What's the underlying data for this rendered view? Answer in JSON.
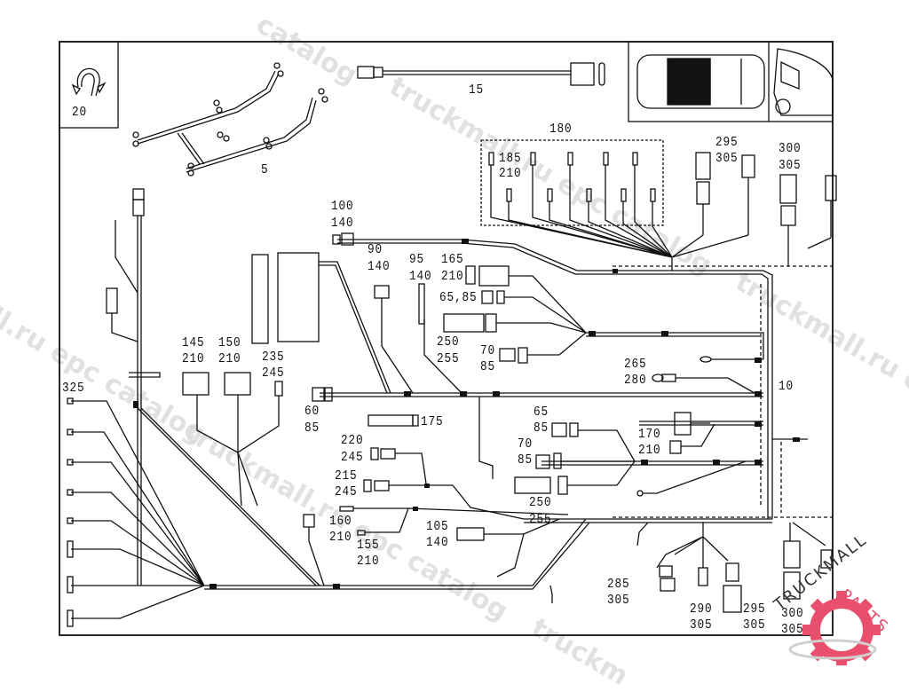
{
  "diagram": {
    "title": "Electrical wiring harness – exploded parts diagram",
    "watermark_text": "truckmall.ru epc catalog",
    "brand_logo": {
      "text_dark": "TRUCKMALL",
      "text_accent": "PARTS",
      "accent_color": "#e8506e",
      "icon": "gear-icon"
    },
    "line_color": "#111111",
    "callouts": {
      "c20": "20",
      "c5": "5",
      "c15": "15",
      "c180": "180",
      "c185_210": [
        "185",
        "210"
      ],
      "c295_305_top": [
        "295",
        "305"
      ],
      "c300_305_top": [
        "300",
        "305"
      ],
      "c100_140": [
        "100",
        "140"
      ],
      "c90_140": [
        "90",
        "140"
      ],
      "c95_140": [
        "95",
        "140"
      ],
      "c165_210": [
        "165",
        "210"
      ],
      "c65_85_a": "65,85",
      "c250_255_a": [
        "250",
        "255"
      ],
      "c70_85_a": [
        "70",
        "85"
      ],
      "c265_280": [
        "265",
        "280"
      ],
      "c10": "10",
      "c145_210": [
        "145",
        "210"
      ],
      "c150_210": [
        "150",
        "210"
      ],
      "c235_245": [
        "235",
        "245"
      ],
      "c60_85": [
        "60",
        "85"
      ],
      "c175": "175",
      "c325": "325",
      "c65_85_b": [
        "65",
        "85"
      ],
      "c70_85_b": [
        "70",
        "85"
      ],
      "c170_210": [
        "170",
        "210"
      ],
      "c220_245": [
        "220",
        "245"
      ],
      "c215_245": [
        "215",
        "245"
      ],
      "c250_255_b": [
        "250",
        "255"
      ],
      "c160_210": [
        "160",
        "210"
      ],
      "c155_210": [
        "155",
        "210"
      ],
      "c105_140": [
        "105",
        "140"
      ],
      "c285_305": [
        "285",
        "305"
      ],
      "c290_305": [
        "290",
        "305"
      ],
      "c295_305_bot": [
        "295",
        "305"
      ],
      "c300_305_bot": [
        "300",
        "305"
      ]
    }
  }
}
